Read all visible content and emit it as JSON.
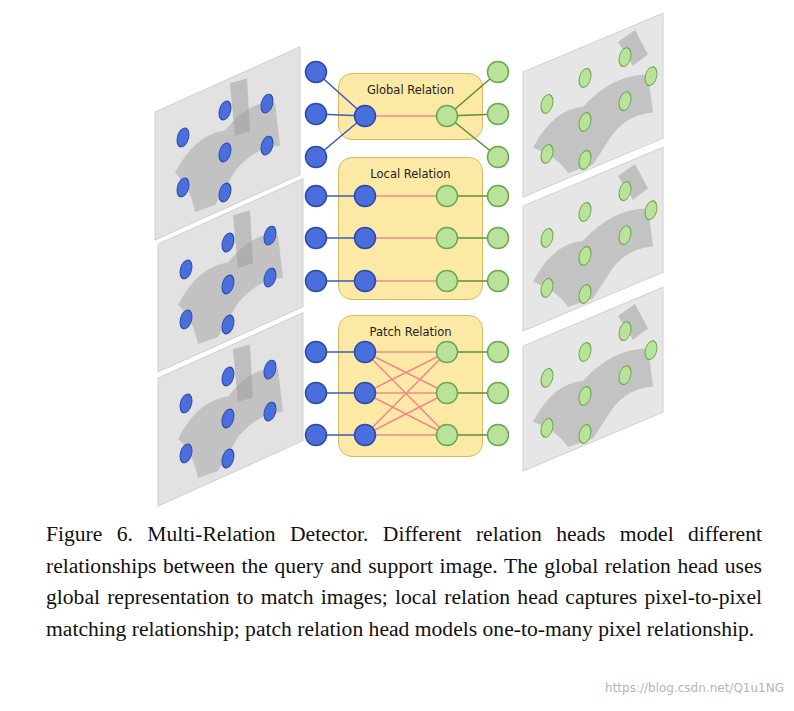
{
  "diagram": {
    "caption": "Figure 6. Multi-Relation Detector. Different relation heads model different relationships between the query and support image. The global relation head uses global representation to match images; local relation head captures pixel-to-pixel matching relationship; patch relation head models one-to-many pixel relationship.",
    "nodes": [
      {
        "text": [
          "Global Relation"
        ]
      },
      {
        "text": [
          "Local Relation"
        ]
      },
      {
        "text": [
          "Patch Relation"
        ]
      }
    ],
    "labels": [
      "https://blog.csdn.net/Q1u1NG"
    ]
  }
}
